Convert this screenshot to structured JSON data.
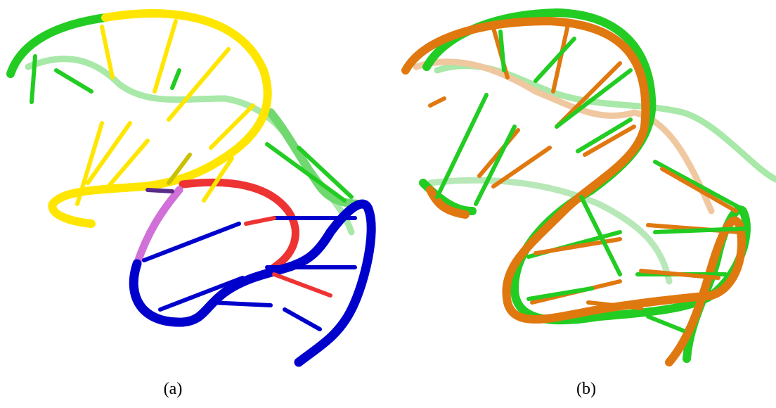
{
  "panels": [
    {
      "id": "a",
      "caption": "(a)"
    },
    {
      "id": "b",
      "caption": "(b)"
    }
  ],
  "colors": {
    "yellow": "#ffe600",
    "green": "#22cc22",
    "light_green": "#7fe07f",
    "red": "#ee3333",
    "blue": "#0000cc",
    "pink": "#d070d8",
    "orange": "#e07810",
    "light_orange": "#f0b070"
  }
}
